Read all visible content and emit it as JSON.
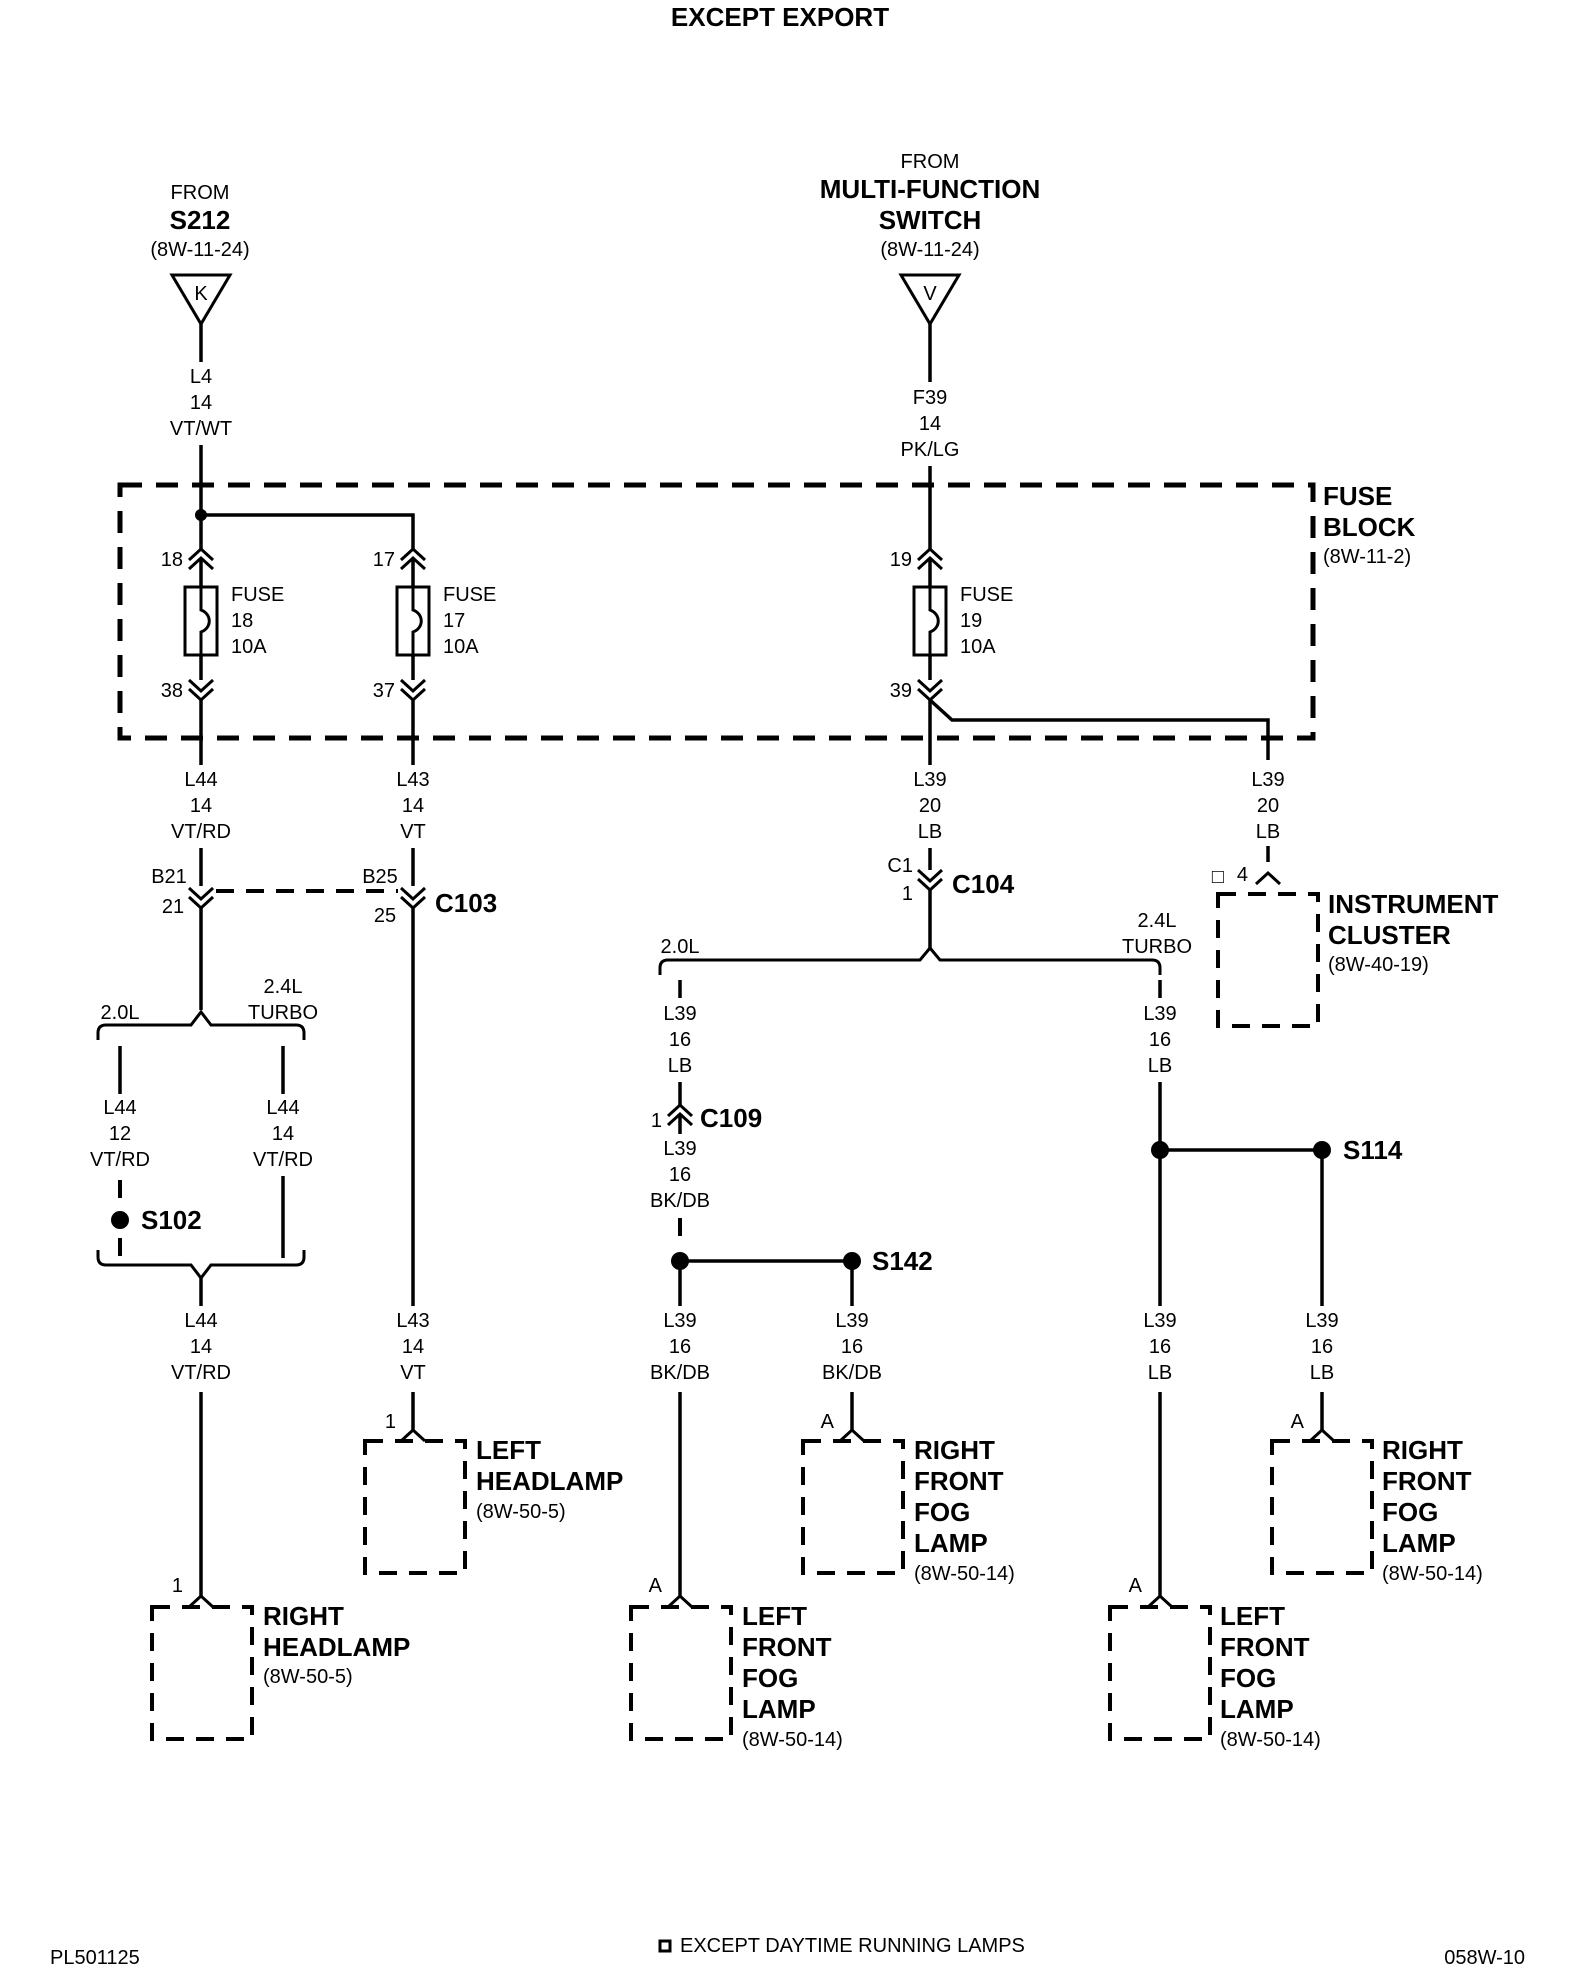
{
  "title": "EXCEPT EXPORT",
  "footer": {
    "left": "PL501125",
    "note": "EXCEPT DAYTIME RUNNING LAMPS",
    "right": "058W-10"
  },
  "sources": {
    "s212": {
      "from": "FROM",
      "name": "S212",
      "ref": "(8W-11-24)",
      "pin": "K"
    },
    "mfs": {
      "from": "FROM",
      "name1": "MULTI-FUNCTION",
      "name2": "SWITCH",
      "ref": "(8W-11-24)",
      "pin": "V"
    }
  },
  "fuse_block": {
    "name1": "FUSE",
    "name2": "BLOCK",
    "ref": "(8W-11-2)"
  },
  "fuses": [
    {
      "label": "FUSE",
      "num": "18",
      "rating": "10A",
      "in_pin": "18",
      "out_pin": "38"
    },
    {
      "label": "FUSE",
      "num": "17",
      "rating": "10A",
      "in_pin": "17",
      "out_pin": "37"
    },
    {
      "label": "FUSE",
      "num": "19",
      "rating": "10A",
      "in_pin": "19",
      "out_pin": "39"
    }
  ],
  "wires": {
    "l4": [
      "L4",
      "14",
      "VT/WT"
    ],
    "f39": [
      "F39",
      "14",
      "PK/LG"
    ],
    "l44a": [
      "L44",
      "14",
      "VT/RD"
    ],
    "l43a": [
      "L43",
      "14",
      "VT"
    ],
    "l39a": [
      "L39",
      "20",
      "LB"
    ],
    "l39b": [
      "L39",
      "20",
      "LB"
    ],
    "l44b": [
      "L44",
      "12",
      "VT/RD"
    ],
    "l44c": [
      "L44",
      "14",
      "VT/RD"
    ],
    "l44d": [
      "L44",
      "14",
      "VT/RD"
    ],
    "l43b": [
      "L43",
      "14",
      "VT"
    ],
    "l39c": [
      "L39",
      "16",
      "LB"
    ],
    "l39d": [
      "L39",
      "16",
      "BK/DB"
    ],
    "l39e": [
      "L39",
      "16",
      "BK/DB"
    ],
    "l39f": [
      "L39",
      "16",
      "BK/DB"
    ],
    "l39g": [
      "L39",
      "16",
      "LB"
    ],
    "l39h": [
      "L39",
      "16",
      "LB"
    ],
    "l39i": [
      "L39",
      "16",
      "LB"
    ]
  },
  "connectors": {
    "c103": {
      "name": "C103",
      "pin_a_top": "B21",
      "pin_a_bot": "21",
      "pin_b_top": "B25",
      "pin_b_bot": "25"
    },
    "c104": {
      "name": "C104",
      "pin_top": "C1",
      "pin_bot": "1"
    },
    "c109": {
      "name": "C109",
      "pin": "1"
    }
  },
  "splices": {
    "s102": "S102",
    "s142": "S142",
    "s114": "S114"
  },
  "options": {
    "l20": "2.0L",
    "l24a": "2.4L",
    "turbo_a": "TURBO",
    "l20b": "2.0L",
    "l24b": "2.4L",
    "turbo_b": "TURBO"
  },
  "components": {
    "instrument_cluster": {
      "pin_mark": "□",
      "pin": "4",
      "name1": "INSTRUMENT",
      "name2": "CLUSTER",
      "ref": "(8W-40-19)"
    },
    "left_headlamp": {
      "pin": "1",
      "name1": "LEFT",
      "name2": "HEADLAMP",
      "ref": "(8W-50-5)"
    },
    "right_headlamp": {
      "pin": "1",
      "name1": "RIGHT",
      "name2": "HEADLAMP",
      "ref": "(8W-50-5)"
    },
    "rf_fog_a": {
      "pin": "A",
      "name1": "RIGHT",
      "name2": "FRONT",
      "name3": "FOG",
      "name4": "LAMP",
      "ref": "(8W-50-14)"
    },
    "lf_fog_a": {
      "pin": "A",
      "name1": "LEFT",
      "name2": "FRONT",
      "name3": "FOG",
      "name4": "LAMP",
      "ref": "(8W-50-14)"
    },
    "rf_fog_b": {
      "pin": "A",
      "name1": "RIGHT",
      "name2": "FRONT",
      "name3": "FOG",
      "name4": "LAMP",
      "ref": "(8W-50-14)"
    },
    "lf_fog_b": {
      "pin": "A",
      "name1": "LEFT",
      "name2": "FRONT",
      "name3": "FOG",
      "name4": "LAMP",
      "ref": "(8W-50-14)"
    }
  }
}
